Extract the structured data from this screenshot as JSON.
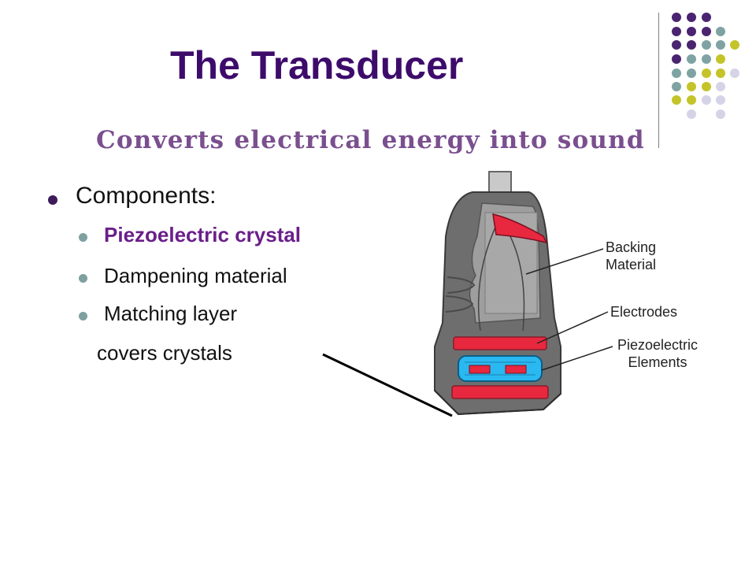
{
  "slide": {
    "title": "The Transducer",
    "subtitle": "Converts electrical energy into sound",
    "bullets": {
      "main": "Components:",
      "items": [
        "Piezoelectric crystal",
        "Dampening material",
        "Matching layer"
      ],
      "note": "covers crystals"
    },
    "diagram_labels": {
      "backing_line1": "Backing",
      "backing_line2": "Material",
      "electrodes": "Electrodes",
      "piezo_line1": "Piezoelectric",
      "piezo_line2": "Elements"
    }
  },
  "colors": {
    "title": "#3d0c6b",
    "subtitle": "#7a4f8f",
    "highlight": "#6a1f8a",
    "dot_purple": "#4a2470",
    "dot_teal": "#7fa3a3",
    "dot_olive": "#c4c42a",
    "dot_lavender": "#d5d3e6",
    "electrode_red": "#e8283f",
    "crystal_blue": "#29b9f0"
  }
}
